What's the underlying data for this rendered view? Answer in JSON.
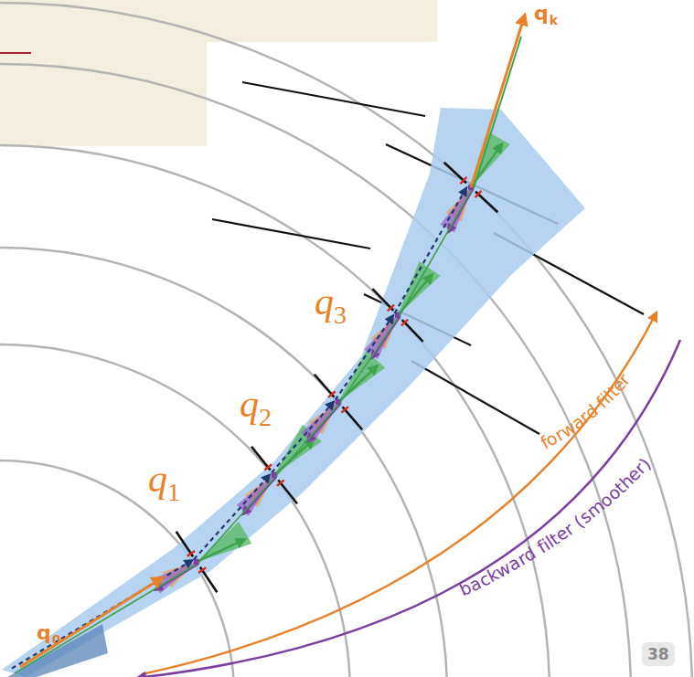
{
  "diagram": {
    "labels": [
      "qk",
      "q3",
      "q2",
      "q1",
      "q0",
      "forward filter",
      "backward filter (smoother)",
      "38"
    ]
  }
}
